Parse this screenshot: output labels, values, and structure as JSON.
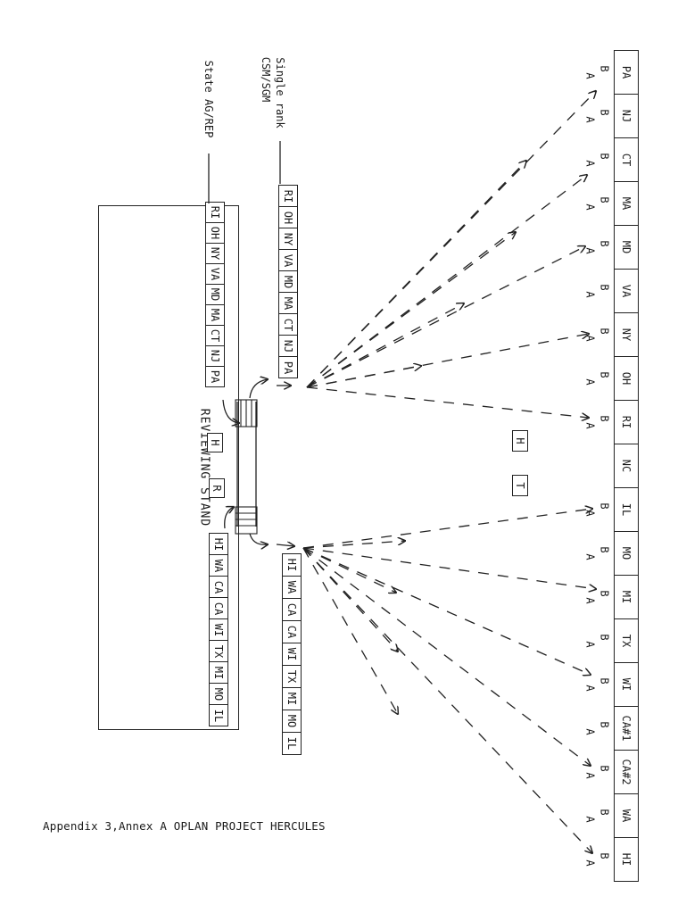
{
  "right_column": [
    "PA",
    "NJ",
    "CT",
    "MA",
    "MD",
    "VA",
    "NY",
    "OH",
    "RI",
    "NC",
    "IL",
    "MO",
    "MI",
    "TX",
    "WI",
    "CA#1",
    "CA#2",
    "WA",
    "HI"
  ],
  "ab_labels": [
    {
      "b": "B",
      "a": "A"
    },
    {
      "b": "B",
      "a": "A"
    },
    {
      "b": "B",
      "a": "A"
    },
    {
      "b": "B",
      "a": "A"
    },
    {
      "b": "B",
      "a": "A"
    },
    {
      "b": "B",
      "a": "A"
    },
    {
      "b": "B",
      "a": "A"
    },
    {
      "b": "B",
      "a": "A"
    },
    {
      "b": "B",
      "a": "A"
    },
    {
      "b": "",
      "a": ""
    },
    {
      "b": "B",
      "a": "A"
    },
    {
      "b": "B",
      "a": "A"
    },
    {
      "b": "B",
      "a": "A"
    },
    {
      "b": "B",
      "a": "A"
    },
    {
      "b": "B",
      "a": "A"
    },
    {
      "b": "B",
      "a": "A"
    },
    {
      "b": "B",
      "a": "A"
    },
    {
      "b": "B",
      "a": "A"
    },
    {
      "b": "B",
      "a": "A"
    }
  ],
  "single_rank_label": "Single rank",
  "single_rank_sublabel": "CSM/SGM",
  "state_label": "State AG/REP",
  "single_rank_top": [
    "RI",
    "OH",
    "NY",
    "VA",
    "MD",
    "MA",
    "CT",
    "NJ",
    "PA"
  ],
  "single_rank_bottom": [
    "HI",
    "WA",
    "CA",
    "CA",
    "WI",
    "TX",
    "MI",
    "MO",
    "IL"
  ],
  "stand_top": [
    "RI",
    "OH",
    "NY",
    "VA",
    "MD",
    "MA",
    "CT",
    "NJ",
    "PA"
  ],
  "stand_bottom": [
    "HI",
    "WA",
    "CA",
    "CA",
    "WI",
    "TX",
    "MI",
    "MO",
    "IL"
  ],
  "stand_label": "REVIEWING STAND",
  "marker_h": "H",
  "marker_r": "R",
  "field_marker_h": "H",
  "field_marker_t": "T",
  "caption": "Appendix 3,Annex A OPLAN PROJECT HERCULES"
}
